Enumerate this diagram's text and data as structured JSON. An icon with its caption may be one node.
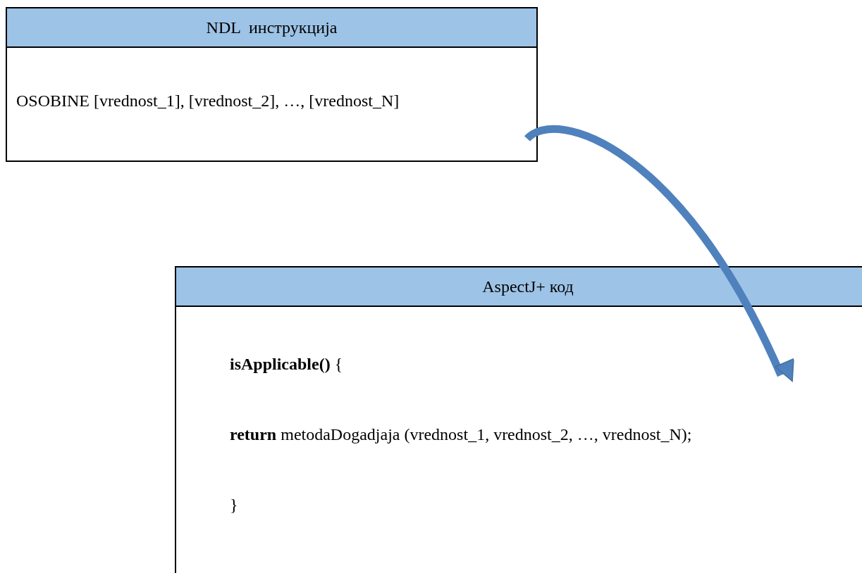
{
  "diagram": {
    "nodes": [
      {
        "text": [
          "NDL  инструкција",
          "OSOBINE [vrednost_1], [vrednost_2], …, [vrednost_N]"
        ]
      },
      {
        "text": [
          "AspectJ+ код",
          "**isApplicable()** {",
          "**return** metodaDogadjaja (vrednost_1, vrednost_2, …, vrednost_N);",
          "}"
        ]
      }
    ],
    "edges": [
      {
        "from": 0,
        "to": 1,
        "arrow": "to"
      }
    ]
  }
}
